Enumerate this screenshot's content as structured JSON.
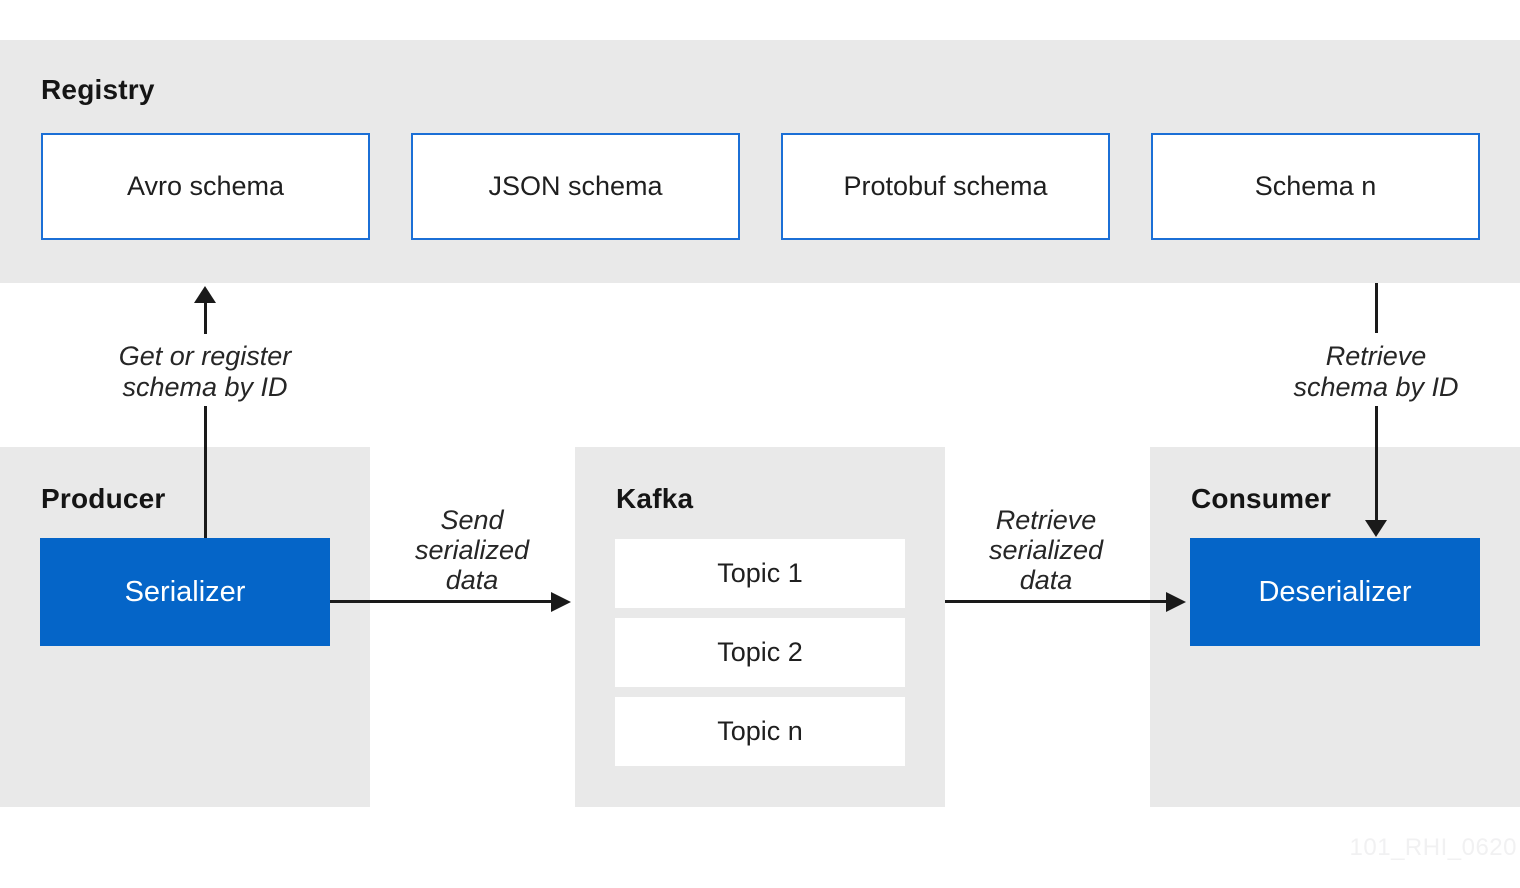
{
  "registry": {
    "title": "Registry",
    "schemas": [
      "Avro schema",
      "JSON schema",
      "Protobuf schema",
      "Schema n"
    ]
  },
  "producer": {
    "title": "Producer",
    "box_label": "Serializer"
  },
  "kafka": {
    "title": "Kafka",
    "topics": [
      "Topic 1",
      "Topic 2",
      "Topic n"
    ]
  },
  "consumer": {
    "title": "Consumer",
    "box_label": "Deserializer"
  },
  "flows": {
    "get_or_register": "Get or register\nschema by ID",
    "retrieve_schema": "Retrieve\nschema by ID",
    "send_serialized": "Send\nserialized\ndata",
    "retrieve_serialized": "Retrieve\nserialized\ndata"
  },
  "watermark": "101_RHI_0620",
  "colors": {
    "panel_gray": "#e9e9e9",
    "box_blue_fill": "#0565c8",
    "box_blue_border": "#1b6fd6",
    "arrow_black": "#1a1a1a",
    "text_dark": "#151515"
  }
}
